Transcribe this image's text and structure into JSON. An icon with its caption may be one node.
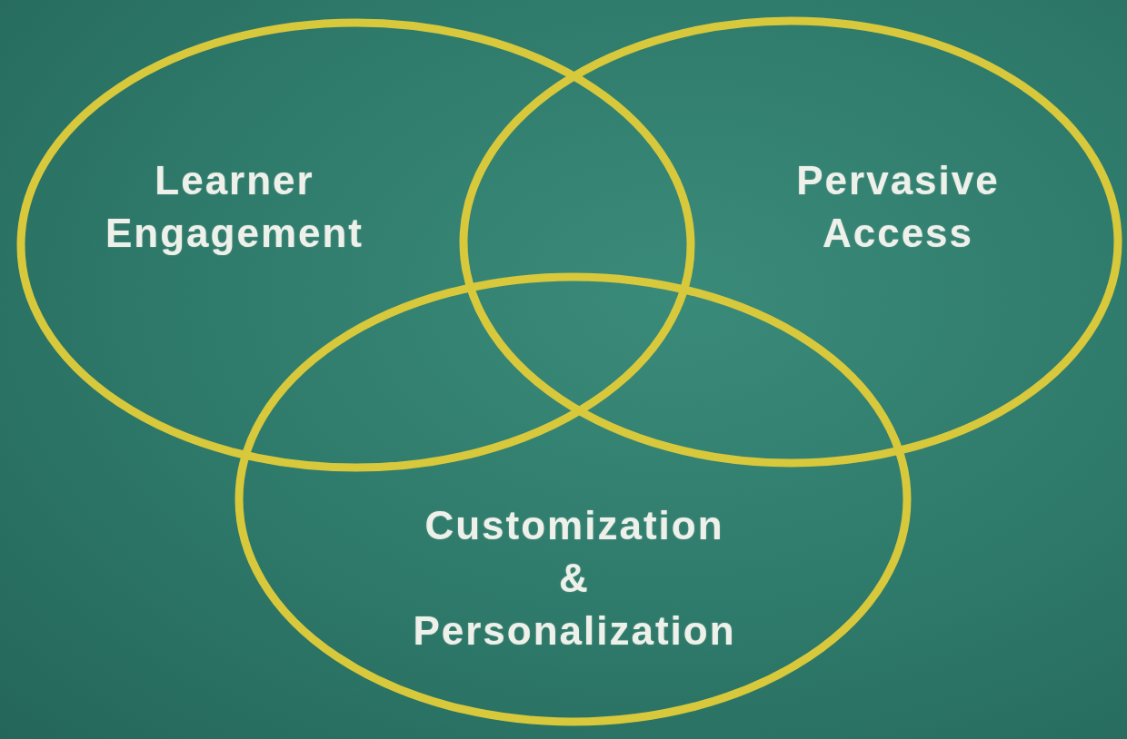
{
  "diagram": {
    "nodes": [
      {
        "text": [
          "Learner Engagement"
        ]
      },
      {
        "text": [
          "Pervasive Access"
        ]
      },
      {
        "text": [
          "Customization & Personalization"
        ]
      }
    ]
  }
}
